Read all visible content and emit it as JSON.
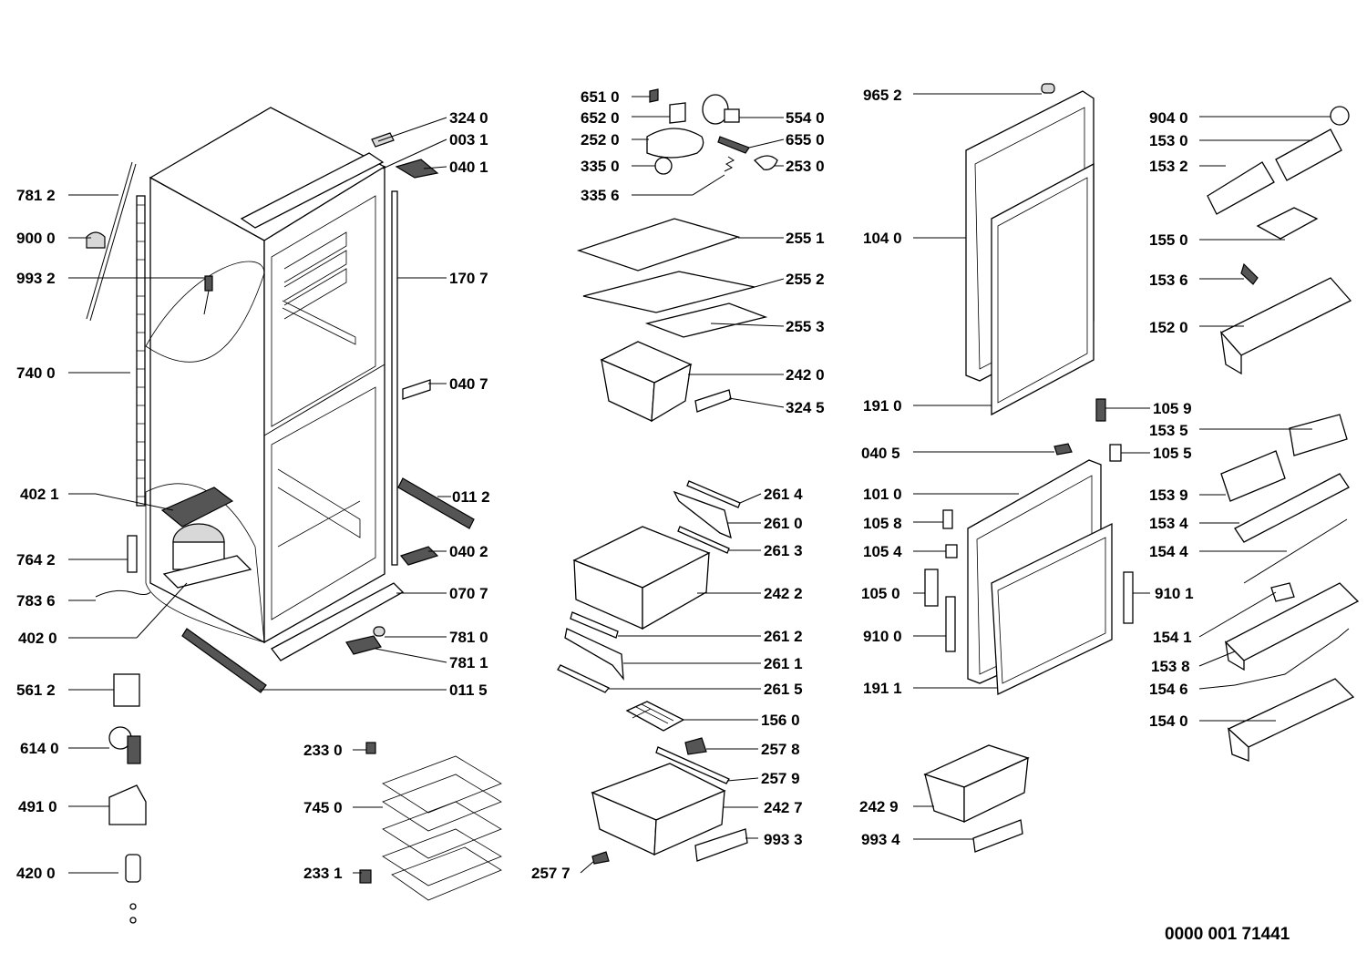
{
  "labels": {
    "p3240": "324 0",
    "p0031": "003 1",
    "p0401": "040 1",
    "p7812": "781 2",
    "p9000": "900 0",
    "p9932": "993 2",
    "p1707": "170 7",
    "p7400": "740 0",
    "p0407": "040 7",
    "p4021": "402 1",
    "p0112": "011 2",
    "p7642": "764 2",
    "p0402": "040 2",
    "p7836": "783 6",
    "p0707": "070 7",
    "p4020": "402 0",
    "p7810": "781 0",
    "p7811": "781 1",
    "p5612": "561 2",
    "p0115": "011 5",
    "p6140": "614 0",
    "p2330": "233 0",
    "p4910": "491 0",
    "p7450": "745 0",
    "p4200": "420 0",
    "p2331": "233 1",
    "p6510": "651 0",
    "p6520": "652 0",
    "p5540": "554 0",
    "p2520": "252 0",
    "p6550": "655 0",
    "p3350": "335 0",
    "p2530": "253 0",
    "p3356": "335 6",
    "p2551": "255 1",
    "p2552": "255 2",
    "p2553": "255 3",
    "p2420": "242 0",
    "p3245": "324 5",
    "p2614": "261 4",
    "p2610": "261 0",
    "p2613": "261 3",
    "p2422": "242 2",
    "p2612": "261 2",
    "p2611": "261 1",
    "p2615": "261 5",
    "p1560": "156 0",
    "p2578": "257 8",
    "p2579": "257 9",
    "p2427": "242 7",
    "p9933": "993 3",
    "p2577": "257 7",
    "p9652": "965 2",
    "p1040": "104 0",
    "p1910": "191 0",
    "p0405": "040 5",
    "p1010": "101 0",
    "p1058": "105 8",
    "p1054": "105 4",
    "p1050": "105 0",
    "p9100": "910 0",
    "p1911": "191 1",
    "p2429": "242 9",
    "p9934": "993 4",
    "p9040": "904 0",
    "p1530": "153 0",
    "p1532": "153 2",
    "p1550": "155 0",
    "p1536": "153 6",
    "p1520": "152 0",
    "p1059": "105 9",
    "p1535": "153 5",
    "p1055": "105 5",
    "p1539": "153 9",
    "p1534": "153 4",
    "p1544": "154 4",
    "p9101": "910 1",
    "p1541": "154 1",
    "p1538": "153 8",
    "p1546": "154 6",
    "p1540": "154 0"
  },
  "document_code": "0000 001 71441"
}
